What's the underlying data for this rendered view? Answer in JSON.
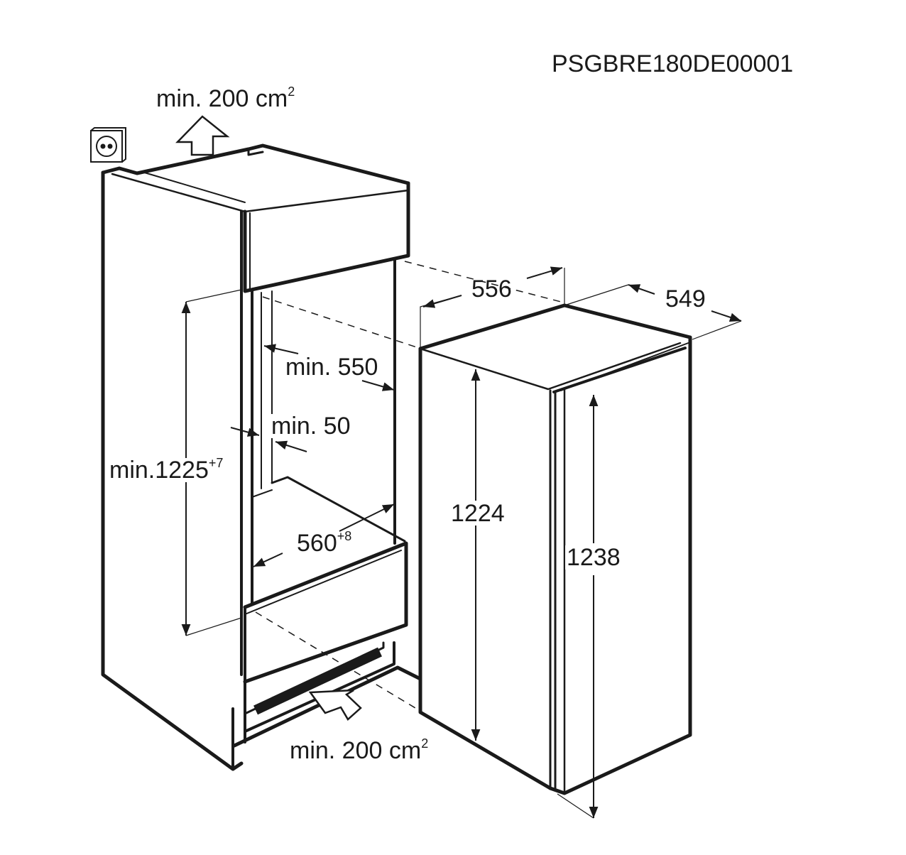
{
  "diagram": {
    "code": "PSGBRE180DE00001",
    "colors": {
      "line": "#1a1a1a",
      "background": "#ffffff"
    },
    "niche": {
      "top_vent": {
        "prefix": "min. 200 cm",
        "sup": "2"
      },
      "bottom_vent": {
        "prefix": "min. 200 cm",
        "sup": "2"
      },
      "height": {
        "prefix": "min.1225",
        "sup": "+7"
      },
      "depth": "min. 550",
      "rear_gap": "min. 50",
      "width": {
        "prefix": "560",
        "sup": "+8"
      }
    },
    "appliance": {
      "width": "556",
      "depth": "549",
      "body_height": "1224",
      "total_height": "1238"
    },
    "icons": [
      "power-socket-icon",
      "vent-arrow-up-icon",
      "vent-arrow-in-icon"
    ]
  }
}
